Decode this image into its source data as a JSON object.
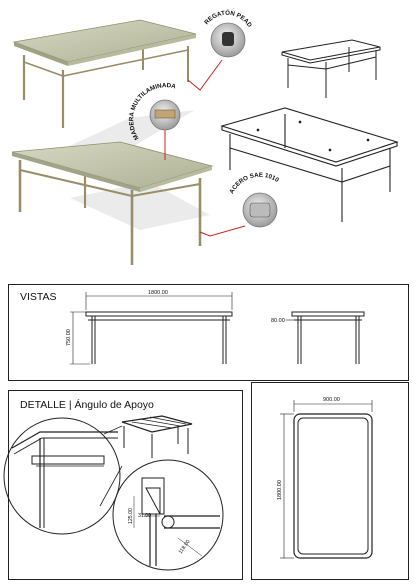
{
  "callouts": {
    "regaton": "REGATÓN PEAD",
    "madera": "MADERA MULTILAMINADA",
    "acero": "ACERO SAE 1010"
  },
  "vistas": {
    "title": "VISTAS",
    "length": "1800.00",
    "height": "750.00",
    "frame_height": "80.00"
  },
  "detalle": {
    "title": "DETALLE | Ángulo de Apoyo",
    "dim_a": "31.00",
    "dim_b": "125.00",
    "dim_c": "118.00"
  },
  "planta": {
    "width": "900.00",
    "length": "1800.00"
  },
  "colors": {
    "top_light": "#c9ccb4",
    "top_dark": "#b5b89c",
    "leg": "#8a7e5c",
    "accent": "#cc2222",
    "line": "#222222"
  }
}
